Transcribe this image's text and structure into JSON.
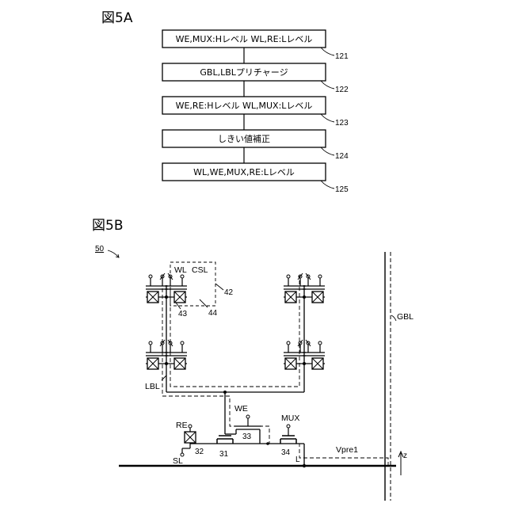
{
  "figure_a": {
    "title": "図5A",
    "steps": [
      {
        "text": "WE,MUX:Hレベル WL,RE:Lレベル",
        "ref": "121"
      },
      {
        "text": "GBL,LBLプリチャージ",
        "ref": "122"
      },
      {
        "text": "WE,RE:Hレベル WL,MUX:Lレベル",
        "ref": "123"
      },
      {
        "text": "しきい値補正",
        "ref": "124"
      },
      {
        "text": "WL,WE,MUX,RE:Lレベル",
        "ref": "125"
      }
    ]
  },
  "figure_b": {
    "title": "図5B",
    "circuit_ref": "50",
    "labels": {
      "wl": "WL",
      "csl": "CSL",
      "gbl": "GBL",
      "lbl": "LBL",
      "we": "WE",
      "re": "RE",
      "mux": "MUX",
      "sl": "SL",
      "vpre1": "Vpre1",
      "z": "z",
      "l": "L"
    },
    "refs": {
      "region": "42",
      "cell_a": "43",
      "cell_b": "44",
      "t31": "31",
      "t32": "32",
      "t33": "33",
      "t34": "34"
    }
  }
}
